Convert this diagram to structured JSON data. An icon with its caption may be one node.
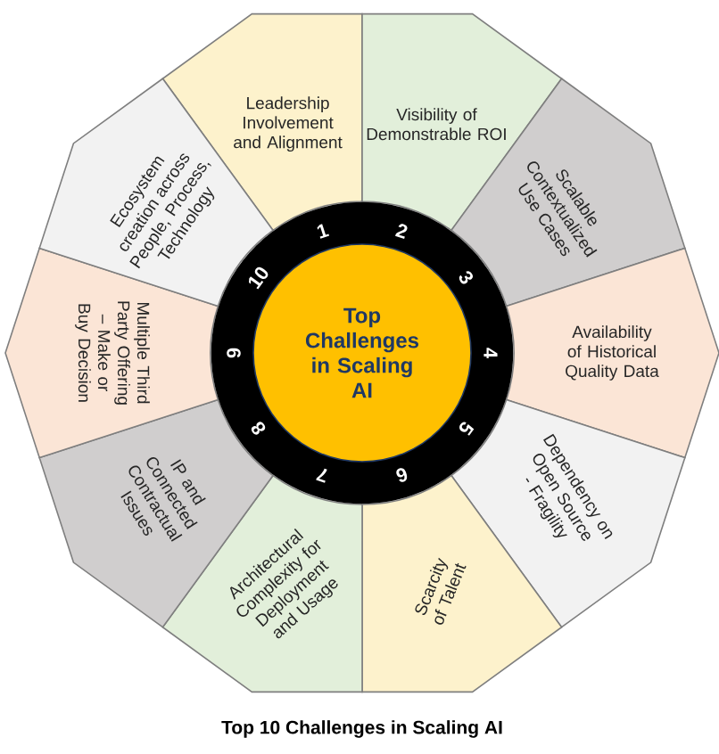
{
  "diagram": {
    "caption": "Top 10 Challenges in Scaling AI",
    "nodes": [
      {
        "text": [
          "Top Challenges in Scaling AI"
        ]
      },
      {
        "text": [
          "Leadership Involvement and Alignment"
        ]
      },
      {
        "text": [
          "Visibility of Demonstrable ROI"
        ]
      },
      {
        "text": [
          "Scalable Contextualized Use Cases"
        ]
      },
      {
        "text": [
          "Availability of Historical Quality Data"
        ]
      },
      {
        "text": [
          "Dependency on Open Source - Fragility"
        ]
      },
      {
        "text": [
          "Scarcity of Talent"
        ]
      },
      {
        "text": [
          "Architectural Complexity for Deployment and Usage"
        ]
      },
      {
        "text": [
          "IP and Connected Contractual Issues"
        ]
      },
      {
        "text": [
          "Multiple Third Party Offering – Make or Buy Decision"
        ]
      },
      {
        "text": [
          "Ecosystem creation across People, Process, Technology"
        ]
      }
    ],
    "labels": [
      "1",
      "2",
      "3",
      "4",
      "5",
      "6",
      "7",
      "8",
      "9",
      "10"
    ]
  }
}
